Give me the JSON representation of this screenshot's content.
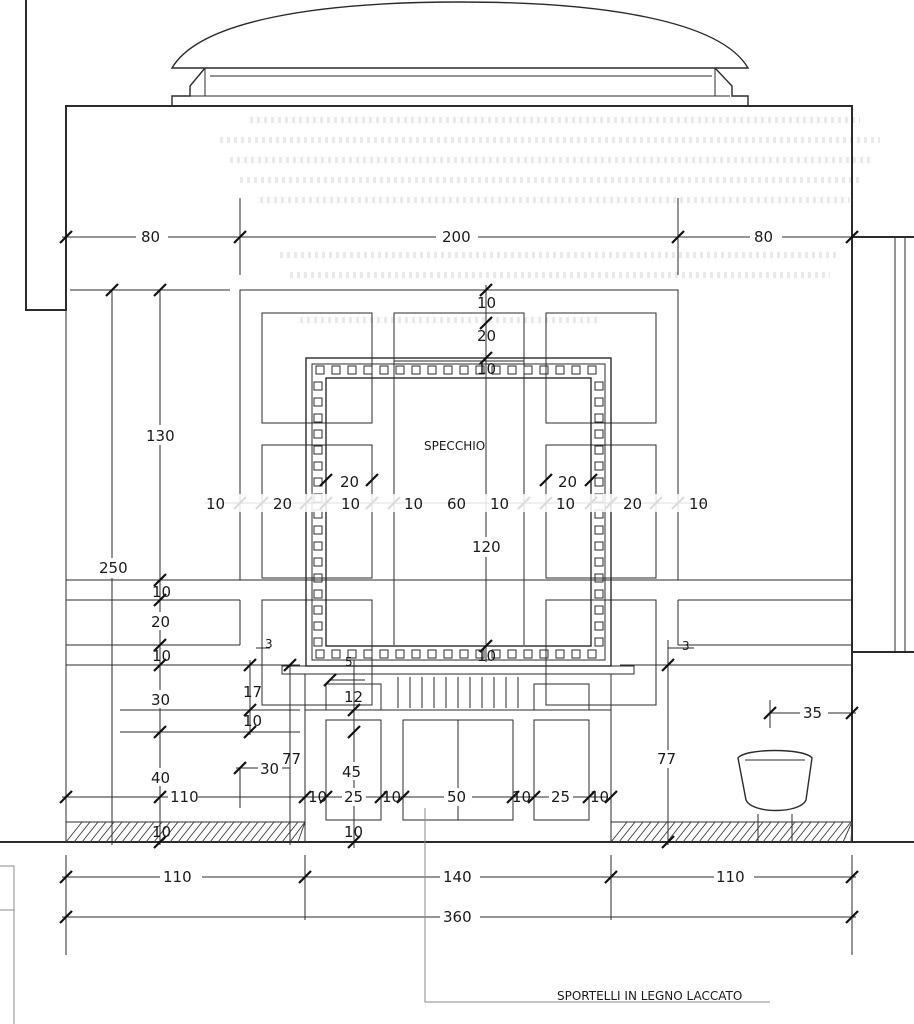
{
  "labels": {
    "mirror": "SPECCHIO",
    "note": "SPORTELLI IN LEGNO LACCATO"
  },
  "dimensions": {
    "top_left": "80",
    "top_center": "200",
    "top_right": "80",
    "upper_panel_height": "130",
    "total_height": "250",
    "mirror_height": "120",
    "mirror_top_gap_a": "10",
    "mirror_top_gap_b": "20",
    "mirror_top_gap_c": "10",
    "mirror_bottom_gap": "10",
    "row_10_a": "10",
    "row_20_a": "20",
    "row_10_b": "10",
    "row_10_c": "10",
    "row_60": "60",
    "row_10_d": "10",
    "row_10_e": "10",
    "row_20_b": "20",
    "row_10_f": "10",
    "frame_20_left": "20",
    "frame_20_right": "20",
    "band_10_a": "10",
    "band_20": "20",
    "band_10_b": "10",
    "band_30": "30",
    "band_40": "40",
    "base_10": "10",
    "three_left": "3",
    "three_right": "3",
    "seventeen": "17",
    "ten_counter": "10",
    "thirty_small": "30",
    "seventy_seven_left": "77",
    "seventy_seven_right": "77",
    "five": "5",
    "twelve": "12",
    "forty_five": "45",
    "bottom_row_110": "110",
    "bottom_row_10_a": "10",
    "bottom_row_25_a": "25",
    "bottom_row_10_b": "10",
    "bottom_row_50": "50",
    "bottom_row_10_c": "10",
    "bottom_row_25_b": "25",
    "bottom_row_10_d": "10",
    "plinth_10": "10",
    "wc_35": "35",
    "footer_110_left": "110",
    "footer_140": "140",
    "footer_110_right": "110",
    "footer_360": "360"
  }
}
